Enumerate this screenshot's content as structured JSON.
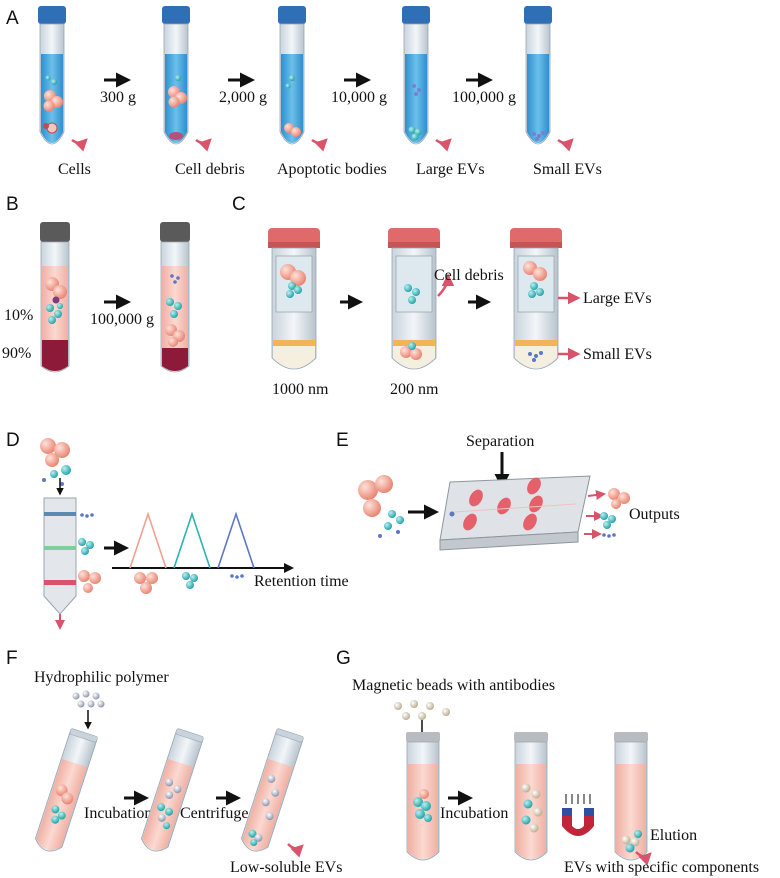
{
  "panels": {
    "A": {
      "letter": "A",
      "speeds": [
        "300 g",
        "2,000 g",
        "10,000 g",
        "100,000 g"
      ],
      "pellets": [
        "Cells",
        "Cell debris",
        "Apoptotic bodies",
        "Large EVs",
        "Small EVs"
      ]
    },
    "B": {
      "letter": "B",
      "top_pct": "10%",
      "bottom_pct": "90%",
      "speed": "100,000 g"
    },
    "C": {
      "letter": "C",
      "pore1": "1000 nm",
      "pore2": "200 nm",
      "debris": "Cell debris",
      "large": "Large EVs",
      "small": "Small EVs"
    },
    "D": {
      "letter": "D",
      "axis": "Retention time"
    },
    "E": {
      "letter": "E",
      "separation": "Separation",
      "outputs": "Outputs"
    },
    "F": {
      "letter": "F",
      "reagent": "Hydrophilic polymer",
      "step1": "Incubation",
      "step2": "Centrifuge",
      "result": "Low-soluble EVs"
    },
    "G": {
      "letter": "G",
      "reagent": "Magnetic beads with antibodies",
      "step1": "Incubation",
      "elution": "Elution",
      "result": "EVs with specific components"
    }
  },
  "colors": {
    "cap_blue": "#2f6fb6",
    "liquid_blue": "#4aa8dc",
    "cap_red": "#e06a6a",
    "cap_gray": "#5a5a5a",
    "vesicle_pink": "#f2a08f",
    "vesicle_teal": "#3bbfc4",
    "arrow_pink": "#d9546a",
    "peak_pink": "#f0a090",
    "peak_teal": "#2bb3b0",
    "peak_blue": "#5b78c8"
  }
}
